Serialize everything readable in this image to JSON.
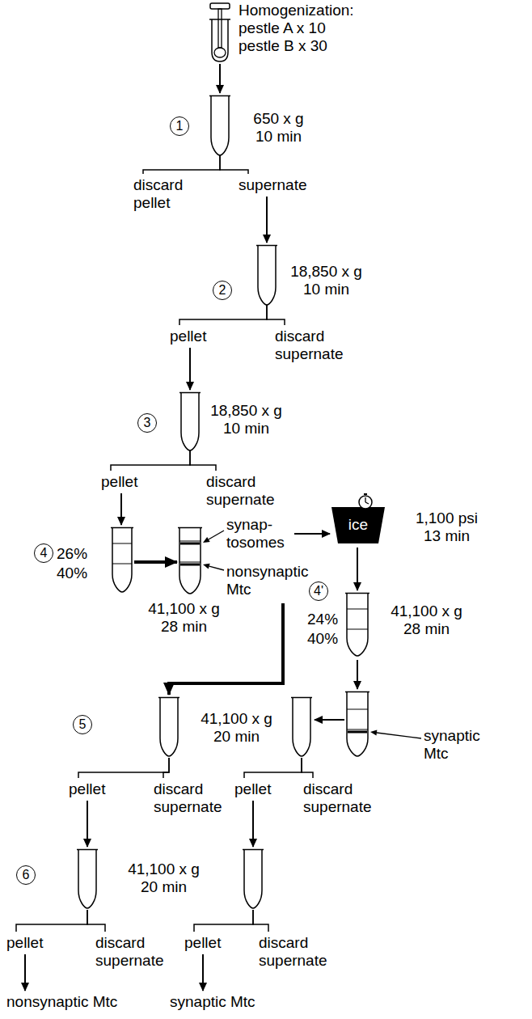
{
  "diagram": {
    "nodes": [
      {
        "text": [
          "Homogenization:",
          "pestle A x 10 pestle B x 30"
        ]
      },
      {
        "text": [
          "650 x g 10 min"
        ]
      },
      {
        "text": [
          "1"
        ],
        "in": 1
      },
      {
        "text": [
          "discard pellet"
        ]
      },
      {
        "text": [
          "supernate"
        ]
      },
      {
        "text": [
          "18,850 x g 10 min"
        ]
      },
      {
        "text": [
          "2"
        ],
        "in": 5
      },
      {
        "text": [
          "pellet"
        ]
      },
      {
        "text": [
          "discard supernate"
        ]
      },
      {
        "text": [
          "18,850 x g 10 min"
        ]
      },
      {
        "text": [
          "3"
        ],
        "in": 9
      },
      {
        "text": [
          "pellet"
        ]
      },
      {
        "text": [
          "discard supernate"
        ]
      },
      {
        "text": [
          "26%",
          "40%",
          "41,100 x g 28 min"
        ]
      },
      {
        "text": [
          "4"
        ],
        "in": 13
      },
      {
        "text": [
          "synap- tosomes",
          "nonsynaptic Mtc"
        ]
      },
      {
        "text": [
          "ice",
          "1,100 psi 13 min"
        ]
      },
      {
        "text": [
          "24%",
          "40%",
          "41,100 x g 28 min"
        ]
      },
      {
        "text": [
          "4'"
        ],
        "in": 17
      },
      {
        "text": [
          "synaptic Mtc"
        ]
      },
      {
        "text": [
          "41,100 x g 20 min"
        ]
      },
      {
        "text": [
          "5"
        ],
        "in": 20
      },
      {
        "text": [
          "pellet"
        ]
      },
      {
        "text": [
          "discard supernate"
        ]
      },
      {
        "text": [
          "pellet"
        ]
      },
      {
        "text": [
          "discard supernate"
        ]
      },
      {
        "text": [
          "41,100 x g 20 min"
        ]
      },
      {
        "text": [
          "6"
        ],
        "in": 26
      },
      {
        "text": [
          "pellet"
        ]
      },
      {
        "text": [
          "discard supernate"
        ]
      },
      {
        "text": [
          "pellet"
        ]
      },
      {
        "text": [
          "discard supernate"
        ]
      },
      {
        "text": [
          "nonsynaptic Mtc"
        ]
      },
      {
        "text": [
          "synaptic Mtc"
        ]
      }
    ],
    "edges": [
      {
        "from": 0,
        "to": 1,
        "arrow": "to"
      },
      {
        "from": 1,
        "to": 3,
        "arrow": "none"
      },
      {
        "from": 1,
        "to": 4,
        "arrow": "none"
      },
      {
        "from": 4,
        "to": 5,
        "arrow": "to"
      },
      {
        "from": 5,
        "to": 7,
        "arrow": "none"
      },
      {
        "from": 5,
        "to": 8,
        "arrow": "none"
      },
      {
        "from": 7,
        "to": 9,
        "arrow": "to"
      },
      {
        "from": 9,
        "to": 11,
        "arrow": "none"
      },
      {
        "from": 9,
        "to": 12,
        "arrow": "none"
      },
      {
        "from": 11,
        "to": 13,
        "arrow": "to"
      },
      {
        "from": 13,
        "to": 15,
        "arrow": "to"
      },
      {
        "from": 15,
        "to": 16,
        "arrow": "to"
      },
      {
        "from": 16,
        "to": 17,
        "arrow": "to"
      },
      {
        "from": 17,
        "to": 19,
        "arrow": "to"
      },
      {
        "from": 19,
        "to": 20,
        "arrow": "to"
      },
      {
        "from": 15,
        "to": 20,
        "arrow": "to"
      },
      {
        "from": 20,
        "to": 22,
        "arrow": "none"
      },
      {
        "from": 20,
        "to": 23,
        "arrow": "none"
      },
      {
        "from": 20,
        "to": 24,
        "arrow": "none"
      },
      {
        "from": 20,
        "to": 25,
        "arrow": "none"
      },
      {
        "from": 22,
        "to": 26,
        "arrow": "to"
      },
      {
        "from": 24,
        "to": 26,
        "arrow": "to"
      },
      {
        "from": 26,
        "to": 28,
        "arrow": "none"
      },
      {
        "from": 26,
        "to": 29,
        "arrow": "none"
      },
      {
        "from": 26,
        "to": 30,
        "arrow": "none"
      },
      {
        "from": 26,
        "to": 31,
        "arrow": "none"
      },
      {
        "from": 28,
        "to": 32,
        "arrow": "to"
      },
      {
        "from": 30,
        "to": 33,
        "arrow": "to"
      }
    ]
  }
}
